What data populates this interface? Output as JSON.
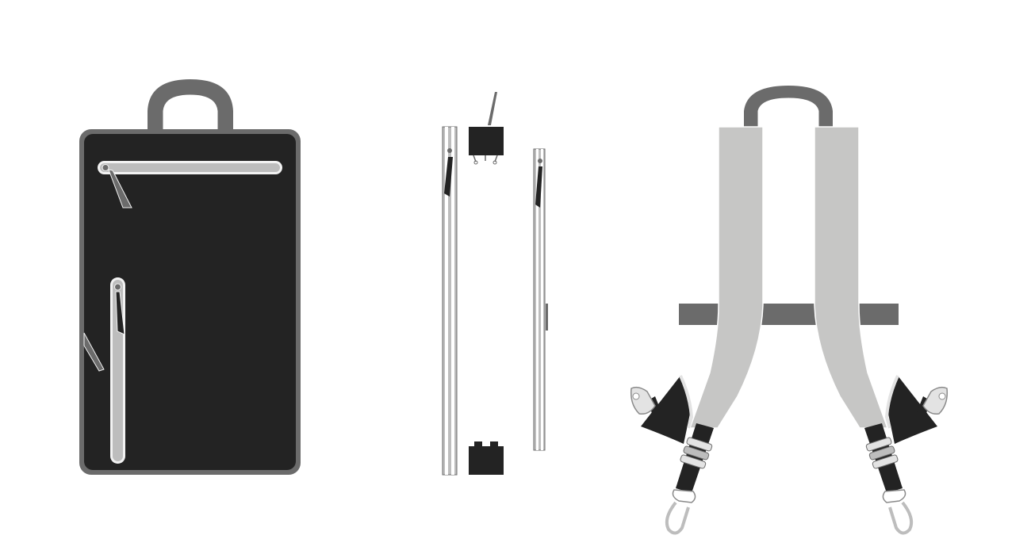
{
  "colors": {
    "background": "#ffffff",
    "bag_body": "#232323",
    "bag_rim": "#6b6b6b",
    "handle": "#6b6b6b",
    "zipper_track": "#bdbdbd",
    "zipper_outline": "#f2f2f2",
    "strap_fill": "#c6c6c5",
    "chest_bar": "#6b6b6b",
    "hardware_light": "#e3e3e3",
    "hardware_dark": "#232323"
  },
  "views": [
    {
      "name": "front",
      "icon": "backpack-front-icon"
    },
    {
      "name": "side",
      "icon": "backpack-side-icon"
    },
    {
      "name": "straps",
      "icon": "shoulder-straps-icon"
    }
  ]
}
